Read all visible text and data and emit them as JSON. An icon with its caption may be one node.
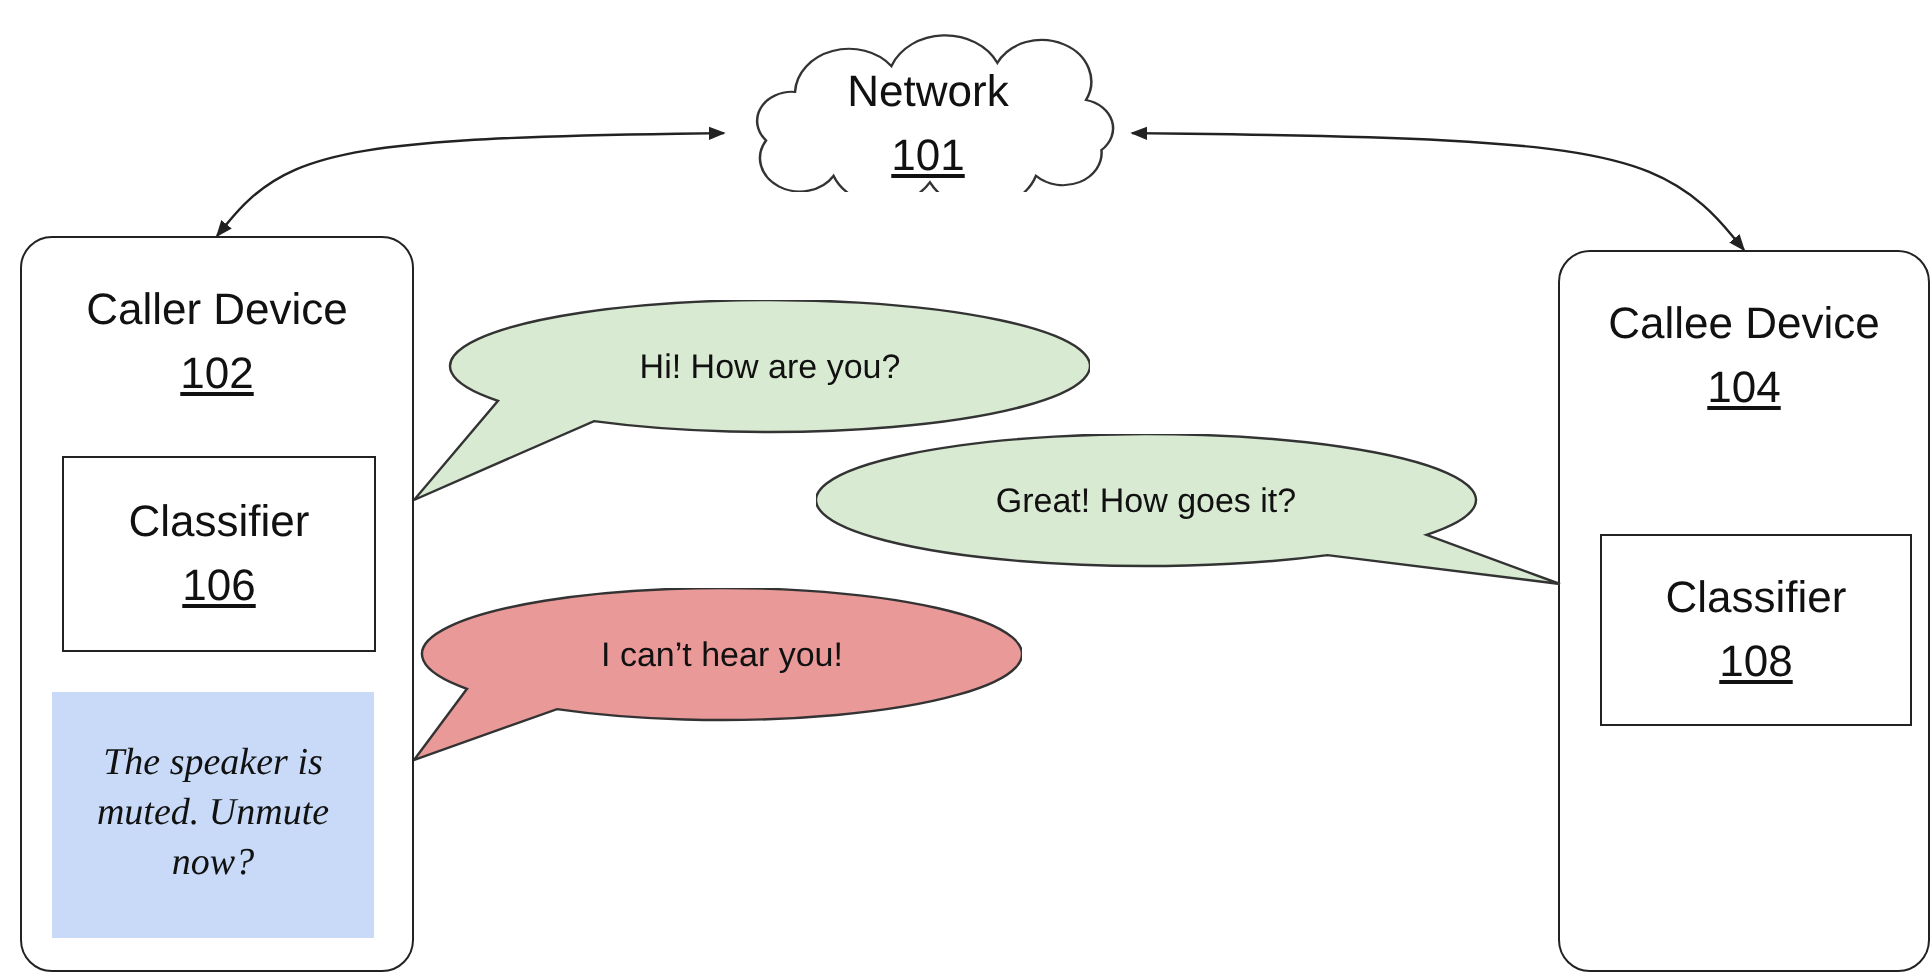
{
  "diagram": {
    "nodes": [
      {
        "text": [
          "Network",
          "101"
        ]
      },
      {
        "text": [
          "Caller Device",
          "102"
        ]
      },
      {
        "text": [
          "Classifier",
          "106"
        ],
        "in": 1
      },
      {
        "text": [
          "The speaker is muted. Unmute now?"
        ],
        "in": 1
      },
      {
        "text": [
          "Callee Device",
          "104"
        ]
      },
      {
        "text": [
          "Classifier",
          "108"
        ],
        "in": 4
      },
      {
        "text": [
          "Hi! How are you?"
        ]
      },
      {
        "text": [
          "Great! How goes it?"
        ]
      },
      {
        "text": [
          "I can’t hear you!"
        ]
      }
    ],
    "edges": [
      {
        "from": 0,
        "to": 1,
        "arrow": "both"
      },
      {
        "from": 0,
        "to": 4,
        "arrow": "both"
      }
    ]
  }
}
